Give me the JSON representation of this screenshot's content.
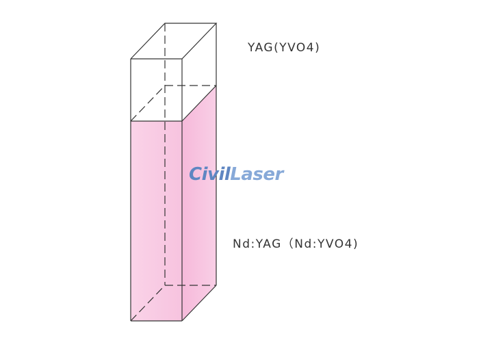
{
  "labels": {
    "top_material": "YAG(YVO4)",
    "bottom_material": "Nd:YAG（Nd:YVO4)"
  },
  "watermark": {
    "part1": "Civil",
    "part2": "Laser"
  },
  "colors": {
    "doped_fill": "#f7bedd",
    "doped_fill_light": "#f9cde5",
    "edge": "#333333",
    "watermark_dark": "#5f86c2",
    "watermark_light": "#87a9d8"
  }
}
